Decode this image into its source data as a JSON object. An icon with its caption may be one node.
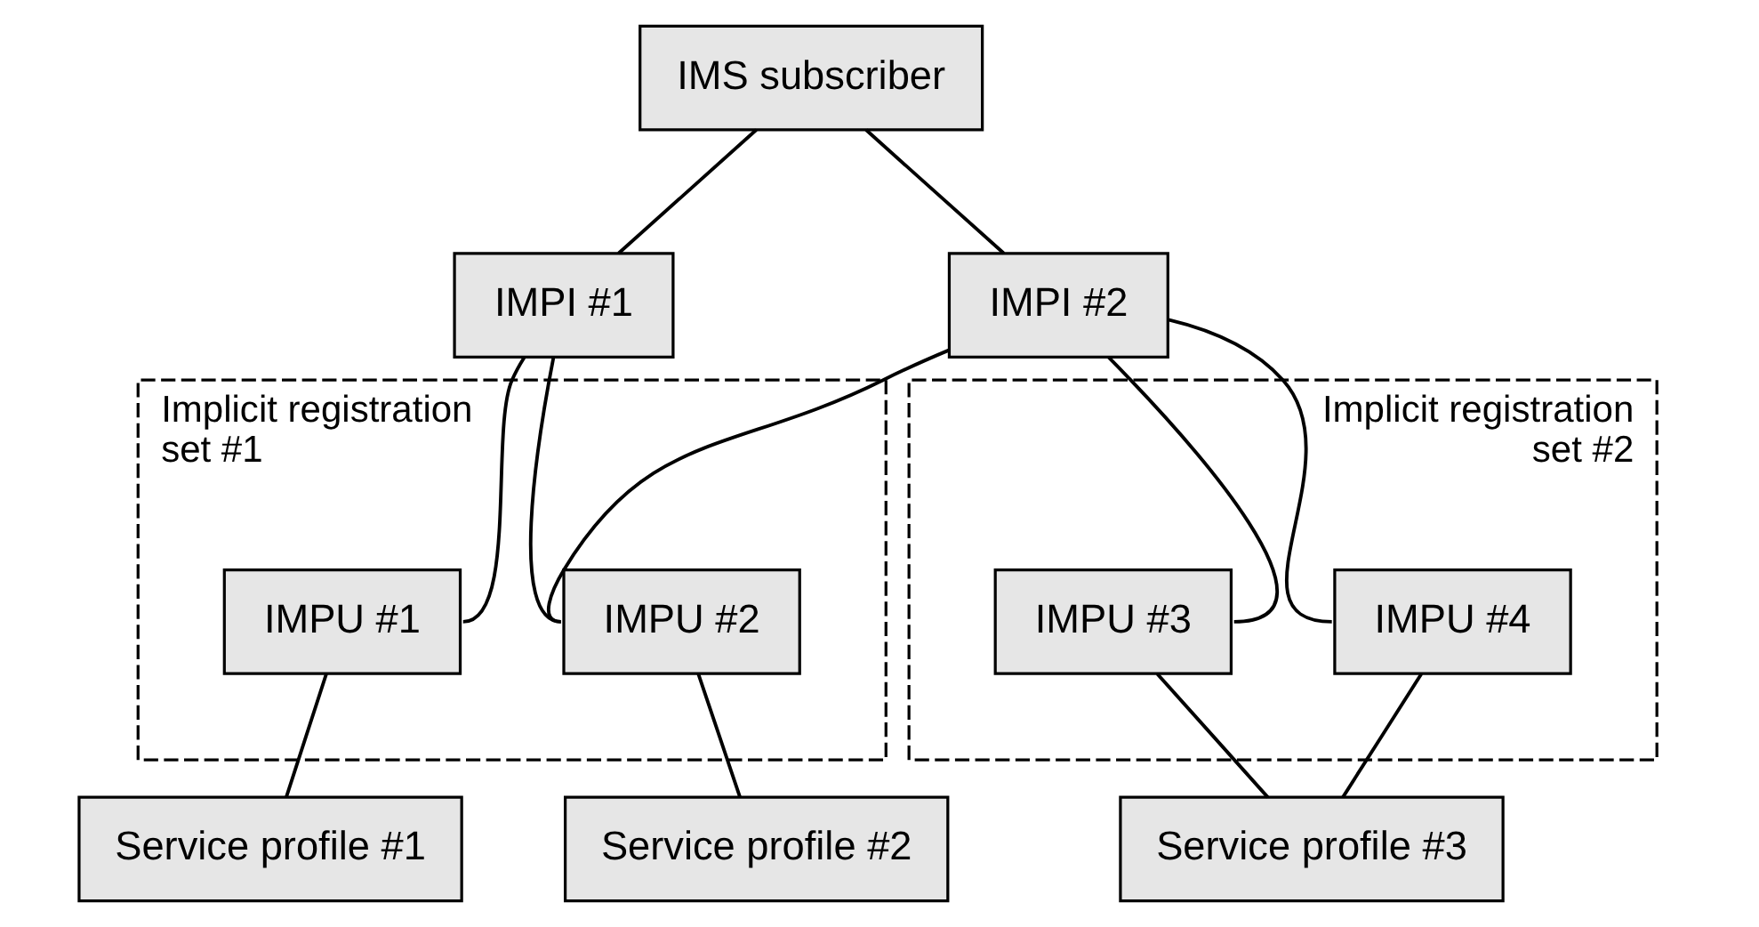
{
  "diagram": {
    "nodes": [
      {
        "text": [
          "IMS subscriber"
        ]
      },
      {
        "text": [
          "IMPI #1"
        ]
      },
      {
        "text": [
          "IMPI #2"
        ]
      },
      {
        "text": [
          "Implicit registration set #1"
        ]
      },
      {
        "text": [
          "IMPU #1"
        ],
        "in": 3
      },
      {
        "text": [
          "IMPU #2"
        ],
        "in": 3
      },
      {
        "text": [
          "Implicit registration set #2"
        ]
      },
      {
        "text": [
          "IMPU #3"
        ],
        "in": 6
      },
      {
        "text": [
          "IMPU #4"
        ],
        "in": 6
      },
      {
        "text": [
          "Service profile #1"
        ]
      },
      {
        "text": [
          "Service profile #2"
        ]
      },
      {
        "text": [
          "Service profile #3"
        ]
      }
    ],
    "edges": [
      {
        "from": 0,
        "to": 1,
        "arrow": "none"
      },
      {
        "from": 0,
        "to": 2,
        "arrow": "none"
      },
      {
        "from": 1,
        "to": 4,
        "arrow": "none"
      },
      {
        "from": 1,
        "to": 5,
        "arrow": "none"
      },
      {
        "from": 2,
        "to": 5,
        "arrow": "none"
      },
      {
        "from": 2,
        "to": 7,
        "arrow": "none"
      },
      {
        "from": 2,
        "to": 8,
        "arrow": "none"
      },
      {
        "from": 4,
        "to": 9,
        "arrow": "none"
      },
      {
        "from": 5,
        "to": 10,
        "arrow": "none"
      },
      {
        "from": 7,
        "to": 11,
        "arrow": "none"
      },
      {
        "from": 8,
        "to": 11,
        "arrow": "none"
      }
    ]
  }
}
